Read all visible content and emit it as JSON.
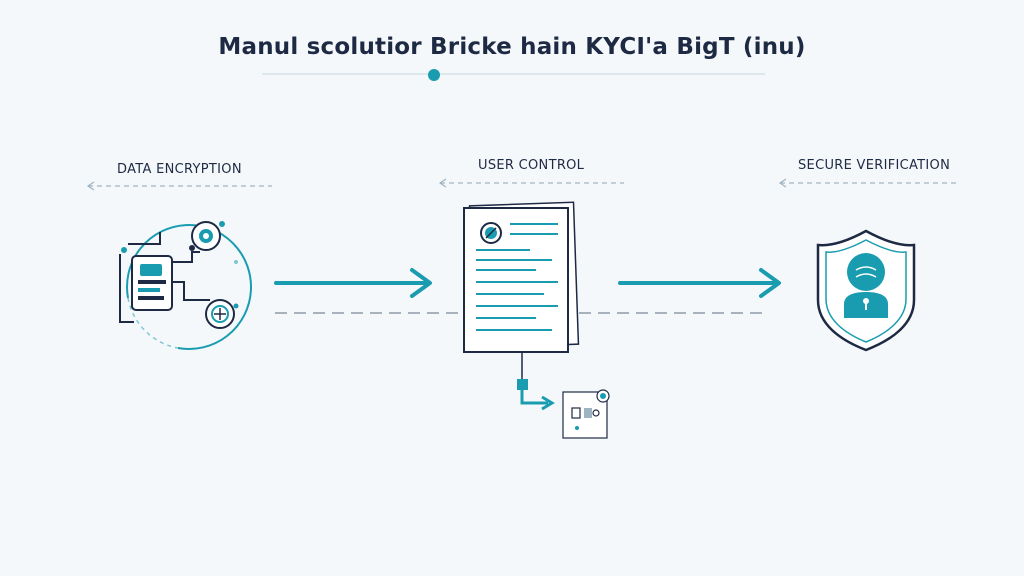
{
  "header": {
    "title": "Manul scolutior Bricke hain KYCI'a BigT (inu)"
  },
  "steps": [
    {
      "label": "DATA ENCRYPTION"
    },
    {
      "label": "USER CONTROL"
    },
    {
      "label": "SECURE VERIFICATION"
    }
  ],
  "colors": {
    "accent": "#1a9cb0",
    "dark": "#1e2a44",
    "background": "#f5f8fa",
    "guide": "#b6c4ce"
  },
  "icons": {
    "left": "encryption-network-icon",
    "middle": "document-icon",
    "right": "shield-user-icon"
  }
}
